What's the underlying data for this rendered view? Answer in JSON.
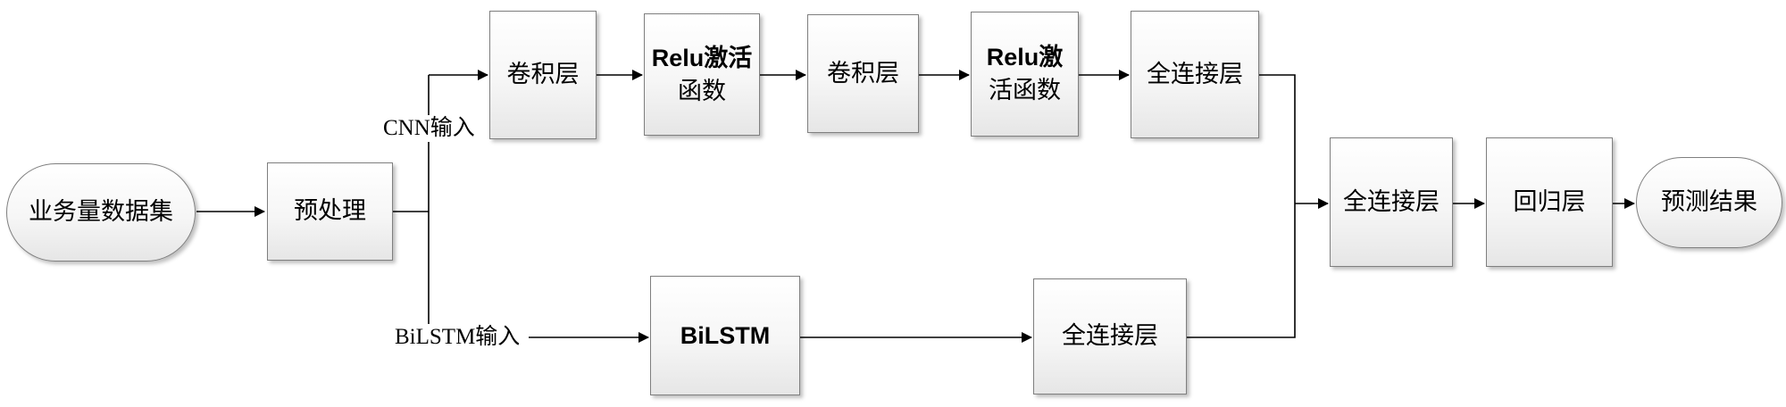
{
  "diagram": {
    "nodes": {
      "dataset": "业务量数据集",
      "preprocess": "预处理",
      "conv1": "卷积层",
      "relu1_l1": "Relu激活",
      "relu1_l2": "函数",
      "conv2": "卷积层",
      "relu2_l1": "Relu激",
      "relu2_l2": "活函数",
      "fc_cnn": "全连接层",
      "bilstm": "BiLSTM",
      "fc_lstm": "全连接层",
      "fc_merge": "全连接层",
      "regression": "回归层",
      "result": "预测结果"
    },
    "labels": {
      "cnn_input": "CNN输入",
      "bilstm_input": "BiLSTM输入"
    }
  }
}
